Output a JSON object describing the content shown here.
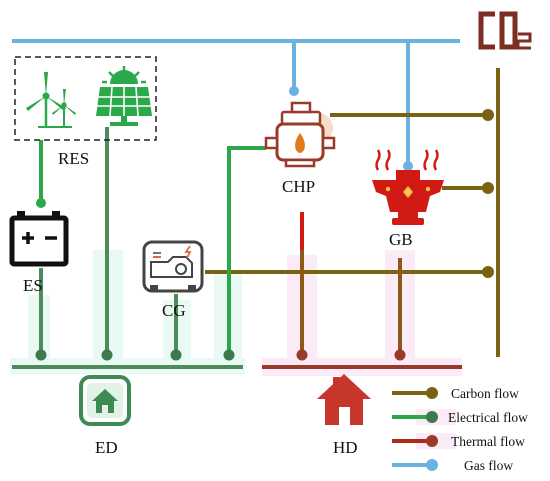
{
  "diagram": {
    "nodes": {
      "res": "RES",
      "es": "ES",
      "cg": "CG",
      "chp": "CHP",
      "gb": "GB",
      "ed": "ED",
      "hd": "HD",
      "co2": "CO2"
    },
    "legend": [
      {
        "label": "Carbon flow",
        "color": "#7a6212"
      },
      {
        "label": "Electrical flow",
        "color": "#2ba84a"
      },
      {
        "label": "Thermal flow",
        "color": "#b02a18"
      },
      {
        "label": "Gas flow",
        "color": "#6ab2e0"
      }
    ],
    "colors": {
      "carbon": "#7a6212",
      "electrical": "#2ba84a",
      "electrical_dark": "#4f8a5b",
      "thermal": "#9a3a2a",
      "thermal_bright": "#d21a14",
      "gas": "#6ab2e0",
      "co2": "#7e2d22",
      "house_ed": "#3d8b52",
      "house_hd": "#c7362a"
    },
    "icons": {
      "wind": "wind-turbine-icon",
      "solar": "solar-panel-icon",
      "battery": "battery-icon",
      "generator": "generator-icon",
      "chp": "chp-unit-icon",
      "boiler": "gas-boiler-icon",
      "home": "house-icon",
      "co2": "co2-icon"
    }
  }
}
